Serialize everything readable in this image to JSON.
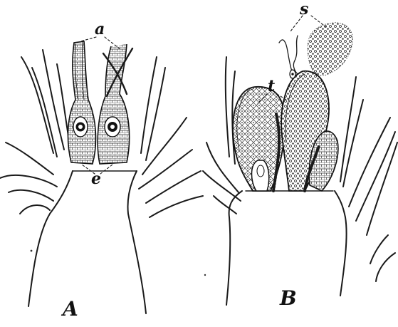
{
  "figure": {
    "panel_a": {
      "panel_label": "A",
      "label_a": "a",
      "label_e": "e"
    },
    "panel_b": {
      "panel_label": "B",
      "label_s": "s",
      "label_t": "t"
    }
  }
}
